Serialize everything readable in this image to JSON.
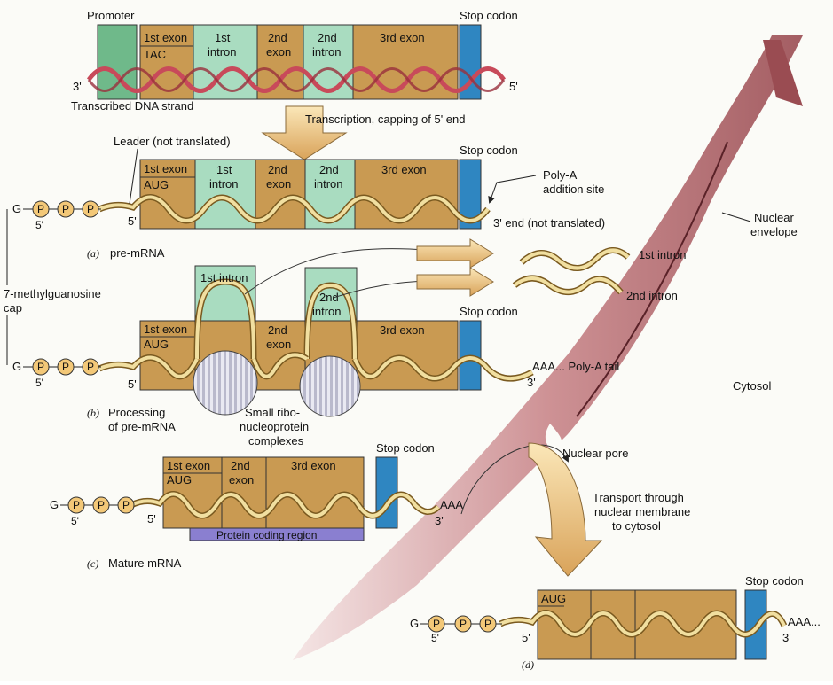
{
  "top_dna": {
    "promoter": "Promoter",
    "stop_codon": "Stop codon",
    "seg1": "1st exon",
    "seg1_sub": "TAC",
    "seg2a": "1st",
    "seg2b": "intron",
    "seg3a": "2nd",
    "seg3b": "exon",
    "seg4a": "2nd",
    "seg4b": "intron",
    "seg5": "3rd exon",
    "end3": "3'",
    "end5": "5'",
    "strand_label": "Transcribed DNA strand",
    "arrow_label": "Transcription, capping of 5' end"
  },
  "pre_mrna": {
    "leader": "Leader (not translated)",
    "stop_codon": "Stop codon",
    "seg1": "1st exon",
    "seg1_sub": "AUG",
    "seg2a": "1st",
    "seg2b": "intron",
    "seg3a": "2nd",
    "seg3b": "exon",
    "seg4a": "2nd",
    "seg4b": "intron",
    "seg5": "3rd exon",
    "polya_a": "Poly-A",
    "polya_b": "addition site",
    "end3_note": "3' end (not translated)",
    "caption_letter": "(a)",
    "caption": "pre-mRNA"
  },
  "cap": {
    "g": "G",
    "p": "P",
    "five": "5'",
    "label_a": "7-methylguanosine",
    "label_b": "cap"
  },
  "processing": {
    "intron1": "1st intron",
    "intron2a": "2nd",
    "intron2b": "intron",
    "stop_codon": "Stop codon",
    "seg1": "1st exon",
    "seg1_sub": "AUG",
    "seg3a": "2nd",
    "seg3b": "exon",
    "seg5": "3rd exon",
    "polya_tail": "AAA... Poly-A tail",
    "three": "3'",
    "five": "5'",
    "snrnp_a": "Small ribo-",
    "snrnp_b": "nucleoprotein",
    "snrnp_c": "complexes",
    "caption_letter": "(b)",
    "caption_a": "Processing",
    "caption_b": "of pre-mRNA",
    "free_intron1": "1st intron",
    "free_intron2": "2nd intron"
  },
  "mature": {
    "stop_codon": "Stop codon",
    "seg1": "1st exon",
    "seg1_sub": "AUG",
    "seg2a": "2nd",
    "seg2b": "exon",
    "seg3": "3rd exon",
    "aaa": "AAA",
    "three": "3'",
    "five": "5'",
    "coding": "Protein coding region",
    "caption_letter": "(c)",
    "caption": "Mature mRNA"
  },
  "right": {
    "nuclear_a": "Nuclear",
    "nuclear_b": "envelope",
    "cytosol": "Cytosol",
    "nuclear_pore": "Nuclear pore",
    "transport_a": "Transport through",
    "transport_b": "nuclear membrane",
    "transport_c": "to cytosol"
  },
  "cytosol_mrna": {
    "stop_codon": "Stop codon",
    "aug": "AUG",
    "aaa": "AAA...",
    "three": "3'",
    "five": "5'",
    "caption_letter": "(d)"
  },
  "colors": {
    "exon": "#c99a52",
    "intron": "#a9dcc0",
    "promoter": "#6fb98a",
    "stop": "#2f86c1",
    "membrane": "#b96a6c",
    "rna": "#f1dfa0",
    "coding": "#8a7fd0"
  }
}
